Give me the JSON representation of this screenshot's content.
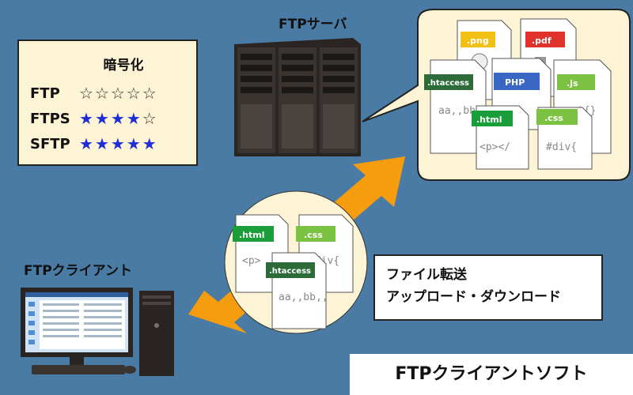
{
  "server": {
    "title": "FTPサーバ"
  },
  "client": {
    "title": "FTPクライアント"
  },
  "encryption": {
    "title": "暗号化",
    "rows": [
      {
        "protocol": "FTP",
        "stars_filled": 0,
        "stars_total": 5
      },
      {
        "protocol": "FTPS",
        "stars_filled": 4,
        "stars_total": 5
      },
      {
        "protocol": "SFTP",
        "stars_filled": 5,
        "stars_total": 5
      }
    ]
  },
  "server_files": [
    {
      "tag": ".png",
      "content": ""
    },
    {
      "tag": ".pdf",
      "content": ""
    },
    {
      "tag": ".htaccess",
      "content": "aa,,bb"
    },
    {
      "tag": "PHP",
      "content": ""
    },
    {
      "tag": ".js",
      "content": "t{}"
    },
    {
      "tag": ".html",
      "content": "<p></"
    },
    {
      "tag": ".css",
      "content": "#div{"
    }
  ],
  "transfer_files": [
    {
      "tag": ".html",
      "content": "<p>"
    },
    {
      "tag": ".css",
      "content": "#div{"
    },
    {
      "tag": ".htaccess",
      "content": "aa,,bb,,"
    }
  ],
  "transfer": {
    "line1": "ファイル転送",
    "line2": "アップロード・ダウンロード"
  },
  "software": {
    "label": "FTPクライアントソフト"
  },
  "colors": {
    "background": "#4a7ba4",
    "arrow": "#f59d0e",
    "png": "#f2c014",
    "pdf": "#e0322b",
    "htaccess": "#2e6b3a",
    "php": "#3a66c4",
    "js": "#7cc242",
    "html": "#1a9e3a",
    "css": "#7cc242"
  }
}
